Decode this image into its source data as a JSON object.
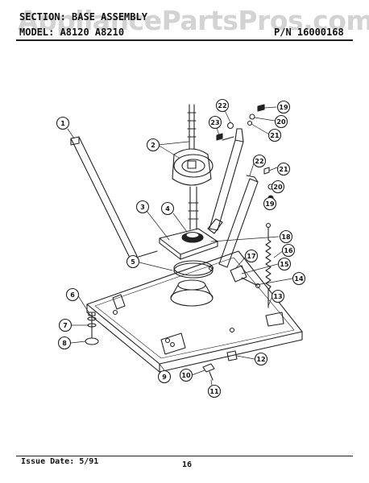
{
  "header": {
    "section_label": "SECTION: BASE ASSEMBLY",
    "model_label": "MODEL:  A8120  A8210",
    "part_number": "P/N 16000168"
  },
  "watermark": "AppliancePartsPros.com",
  "footer": {
    "issue_date": "Issue Date: 5/91",
    "page_number": "16"
  },
  "callouts": [
    {
      "id": "c1",
      "label": "1"
    },
    {
      "id": "c2",
      "label": "2"
    },
    {
      "id": "c3",
      "label": "3"
    },
    {
      "id": "c4",
      "label": "4"
    },
    {
      "id": "c5",
      "label": "5"
    },
    {
      "id": "c6",
      "label": "6"
    },
    {
      "id": "c7",
      "label": "7"
    },
    {
      "id": "c8",
      "label": "8"
    },
    {
      "id": "c9",
      "label": "9"
    },
    {
      "id": "c10",
      "label": "10"
    },
    {
      "id": "c11",
      "label": "11"
    },
    {
      "id": "c12",
      "label": "12"
    },
    {
      "id": "c13",
      "label": "13"
    },
    {
      "id": "c14",
      "label": "14"
    },
    {
      "id": "c15",
      "label": "15"
    },
    {
      "id": "c16",
      "label": "16"
    },
    {
      "id": "c17",
      "label": "17"
    },
    {
      "id": "c18",
      "label": "18"
    },
    {
      "id": "c19a",
      "label": "19"
    },
    {
      "id": "c20a",
      "label": "20"
    },
    {
      "id": "c21a",
      "label": "21"
    },
    {
      "id": "c22a",
      "label": "22"
    },
    {
      "id": "c23",
      "label": "23"
    },
    {
      "id": "c22b",
      "label": "22"
    },
    {
      "id": "c21b",
      "label": "21"
    },
    {
      "id": "c20b",
      "label": "20"
    },
    {
      "id": "c19b",
      "label": "19"
    }
  ]
}
